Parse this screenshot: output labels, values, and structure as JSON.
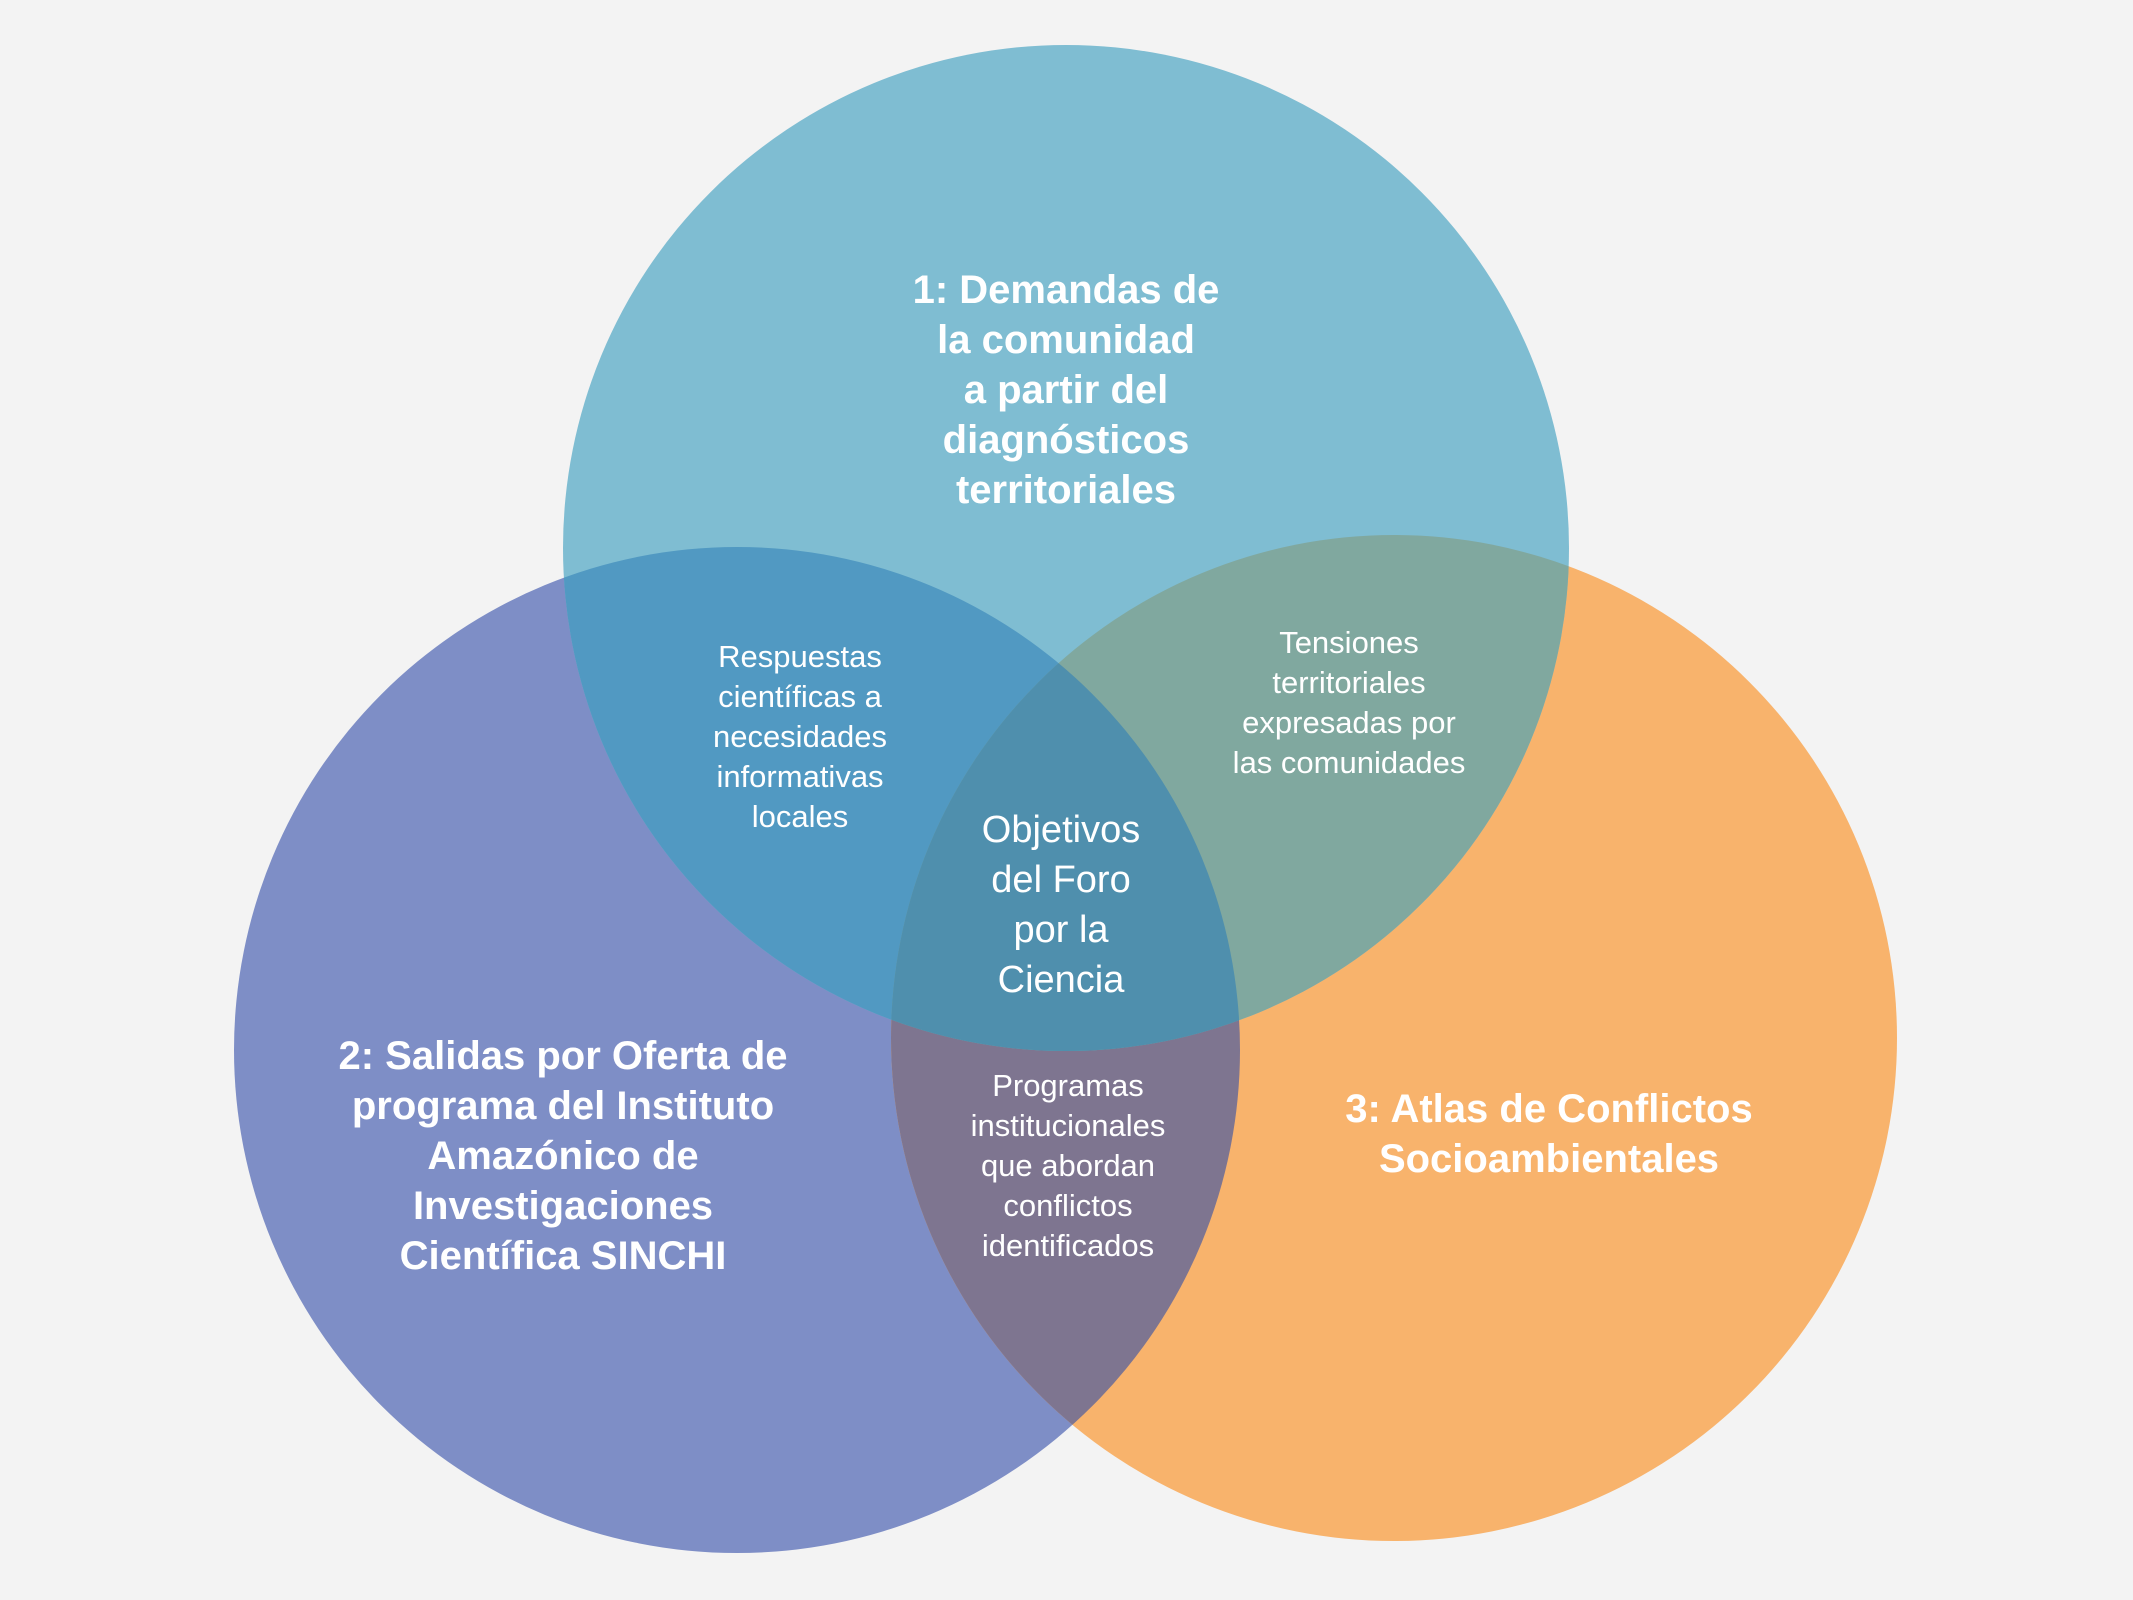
{
  "colors": {
    "circle_1": "#7fbdd2",
    "circle_2": "#7e8ec6",
    "circle_3": "#f8b36c",
    "overlap_1_2": "#5199c2",
    "overlap_1_3": "#80a89f",
    "overlap_2_3": "#7e7590",
    "overlap_all": "#4f8fad"
  },
  "sets": [
    {
      "id": "1",
      "lines": [
        "1: Demandas de",
        "la comunidad",
        "a partir del",
        "diagnósticos",
        "territoriales"
      ]
    },
    {
      "id": "2",
      "lines": [
        "2: Salidas por Oferta de",
        "programa del Instituto",
        "Amazónico de",
        "Investigaciones",
        "Científica SINCHI"
      ]
    },
    {
      "id": "3",
      "lines": [
        "3: Atlas de Conflictos",
        "Socioambientales"
      ]
    }
  ],
  "overlaps": {
    "1_2": [
      "Respuestas",
      "científicas a",
      "necesidades",
      "informativas",
      "locales"
    ],
    "1_3": [
      "Tensiones",
      "territoriales",
      "expresadas por",
      "las comunidades"
    ],
    "2_3": [
      "Programas",
      "institucionales",
      "que abordan",
      "conflictos",
      "identificados"
    ],
    "center": [
      "Objetivos",
      "del Foro",
      "por la",
      "Ciencia"
    ]
  }
}
